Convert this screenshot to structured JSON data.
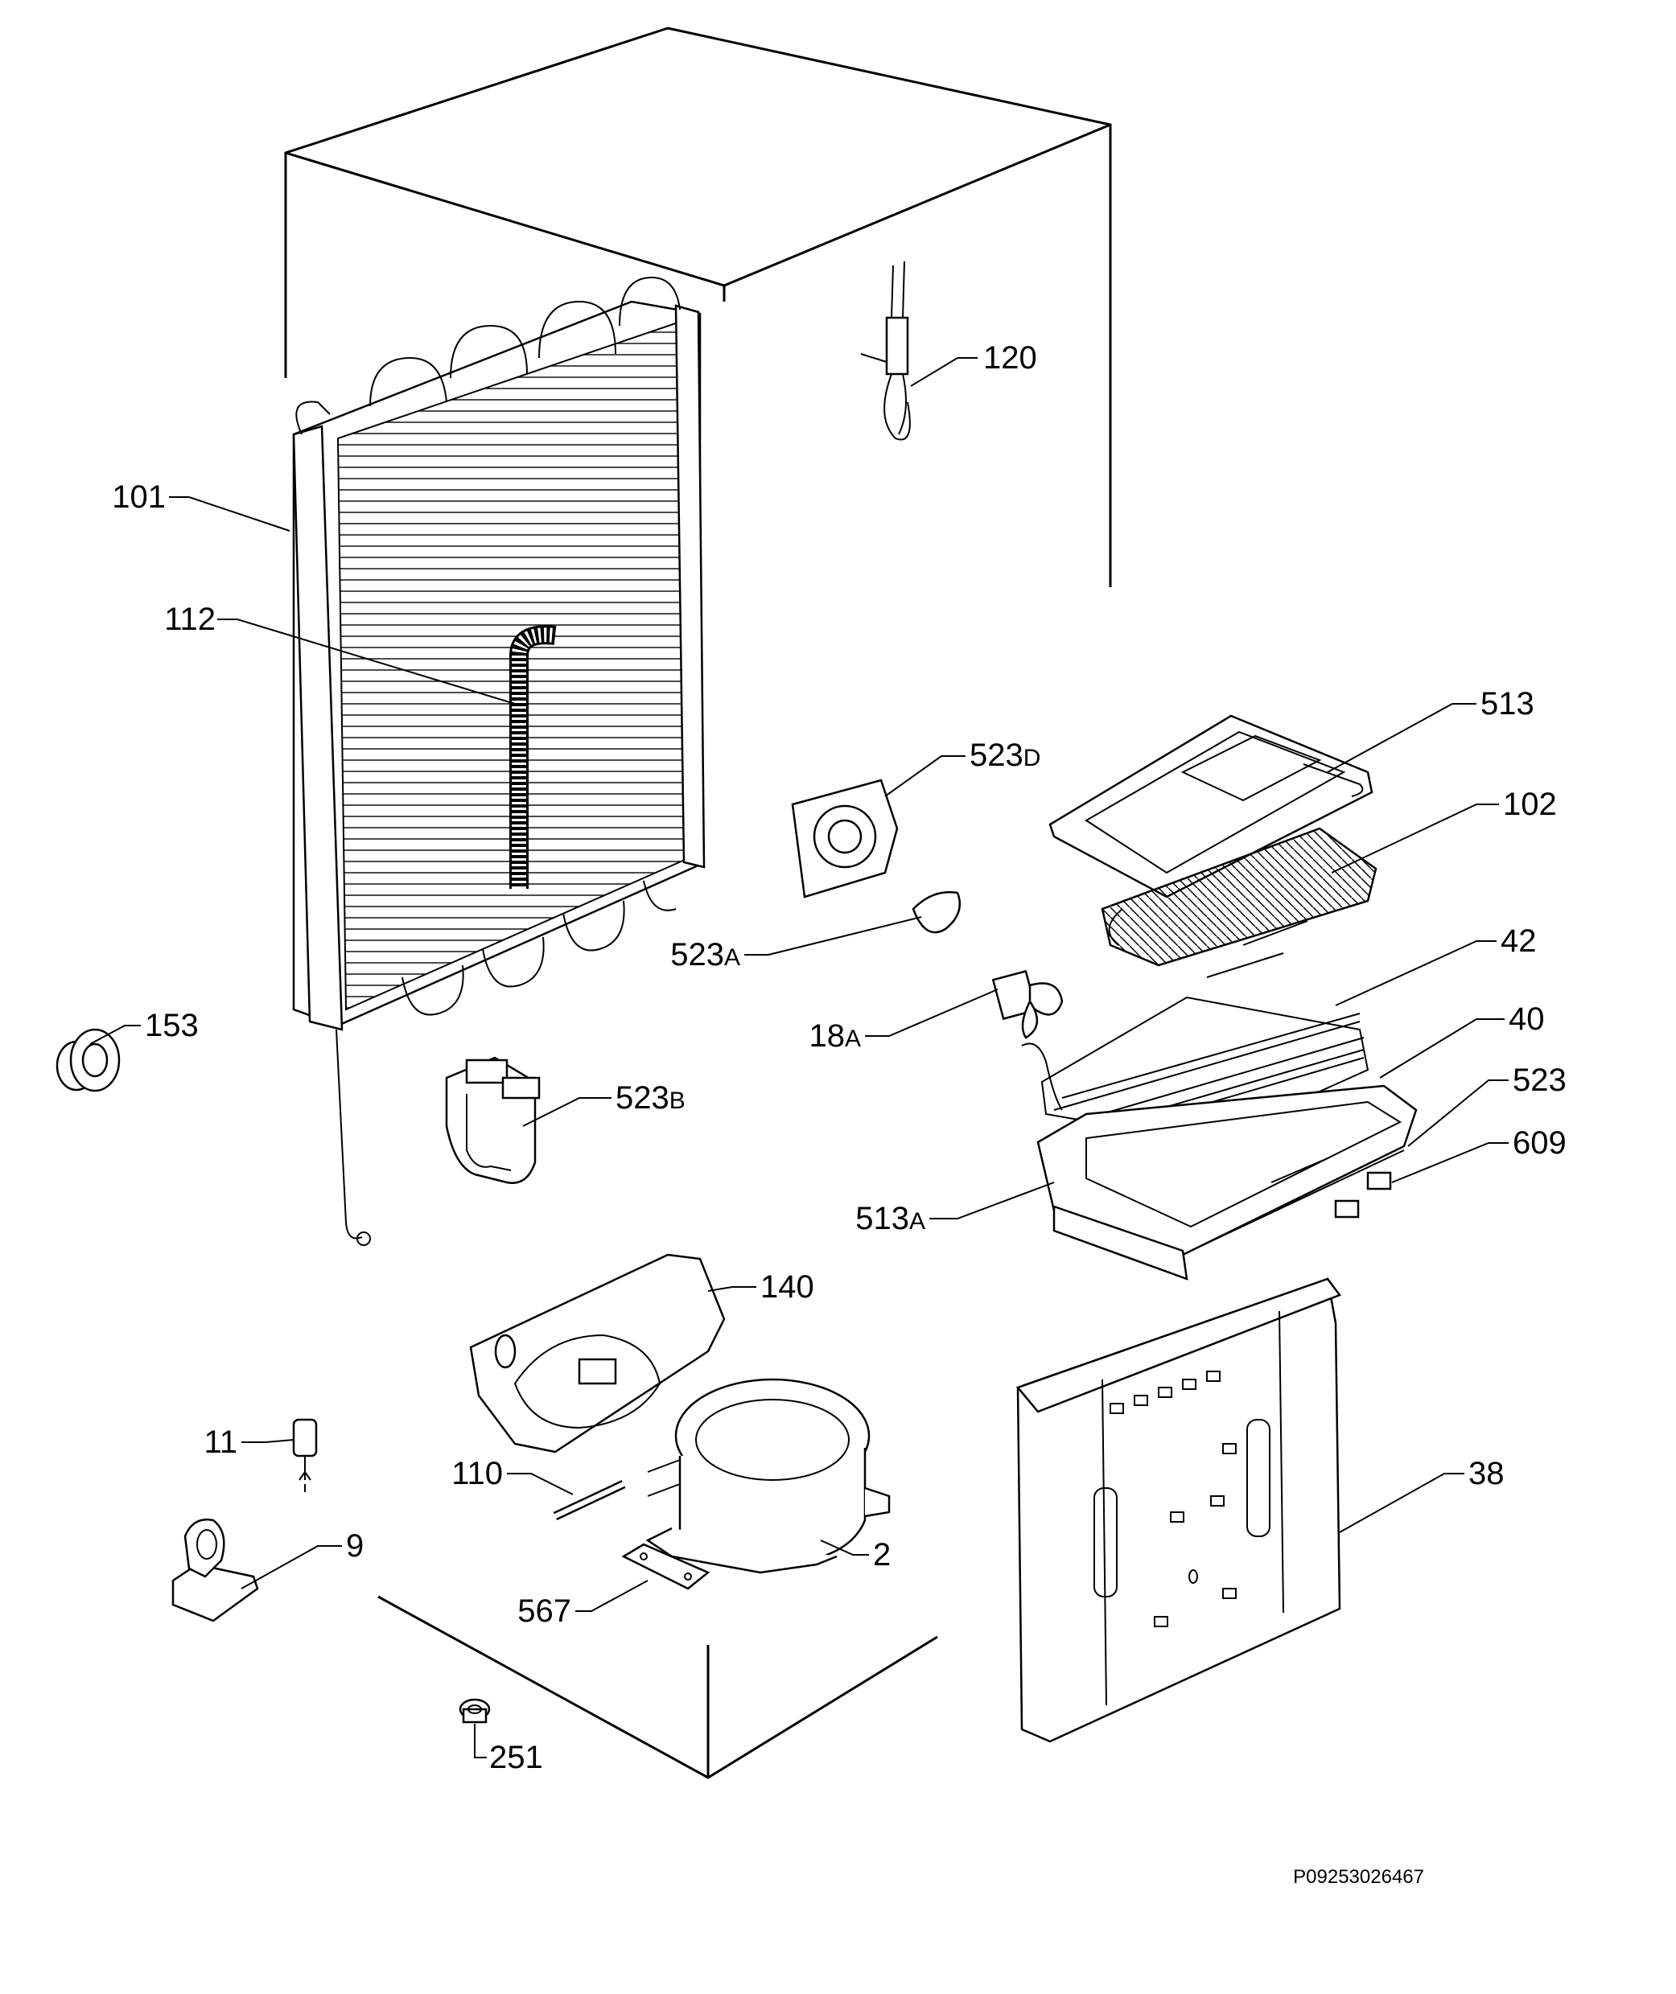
{
  "drawing_code": "P09253026467",
  "parts": [
    {
      "id": "p101",
      "num": "101",
      "suffix": ""
    },
    {
      "id": "p112",
      "num": "112",
      "suffix": ""
    },
    {
      "id": "p120",
      "num": "120",
      "suffix": ""
    },
    {
      "id": "p513",
      "num": "513",
      "suffix": ""
    },
    {
      "id": "p523d",
      "num": "523",
      "suffix": "D"
    },
    {
      "id": "p102",
      "num": "102",
      "suffix": ""
    },
    {
      "id": "p42",
      "num": "42",
      "suffix": ""
    },
    {
      "id": "p523a",
      "num": "523",
      "suffix": "A"
    },
    {
      "id": "p18a",
      "num": "18",
      "suffix": "A"
    },
    {
      "id": "p40",
      "num": "40",
      "suffix": ""
    },
    {
      "id": "p153",
      "num": "153",
      "suffix": ""
    },
    {
      "id": "p523",
      "num": "523",
      "suffix": ""
    },
    {
      "id": "p523b",
      "num": "523",
      "suffix": "B"
    },
    {
      "id": "p609",
      "num": "609",
      "suffix": ""
    },
    {
      "id": "p513a",
      "num": "513",
      "suffix": "A"
    },
    {
      "id": "p140",
      "num": "140",
      "suffix": ""
    },
    {
      "id": "p11",
      "num": "11",
      "suffix": ""
    },
    {
      "id": "p110",
      "num": "110",
      "suffix": ""
    },
    {
      "id": "p38",
      "num": "38",
      "suffix": ""
    },
    {
      "id": "p9",
      "num": "9",
      "suffix": ""
    },
    {
      "id": "p2",
      "num": "2",
      "suffix": ""
    },
    {
      "id": "p567",
      "num": "567",
      "suffix": ""
    },
    {
      "id": "p251",
      "num": "251",
      "suffix": ""
    }
  ]
}
